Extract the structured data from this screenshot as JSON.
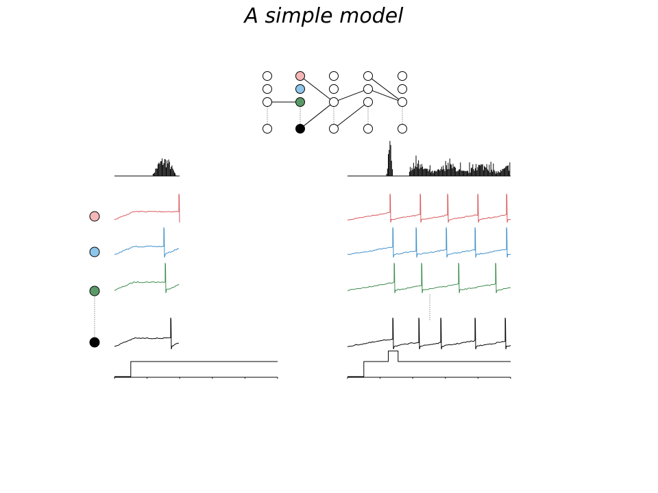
{
  "slide": {
    "title": "A simple model"
  },
  "colors": {
    "pink": "#f4b6b6",
    "blue": "#8ec5ea",
    "green": "#5b9a68",
    "black": "#000000",
    "trace_red": "#d9565a",
    "trace_blue": "#3f8fca",
    "trace_green": "#3c8a4c",
    "trace_black": "#000000",
    "dotted": "#888888"
  },
  "network": {
    "columns": 5,
    "rows": 4,
    "colored_column": 2,
    "connections": [
      {
        "from": [
          1,
          3
        ],
        "to": [
          2,
          3
        ]
      },
      {
        "from": [
          2,
          1
        ],
        "to": [
          3,
          3
        ]
      },
      {
        "from": [
          2,
          4
        ],
        "to": [
          3,
          3
        ]
      },
      {
        "from": [
          3,
          3
        ],
        "to": [
          4,
          2
        ]
      },
      {
        "from": [
          3,
          4
        ],
        "to": [
          4,
          3
        ]
      },
      {
        "from": [
          4,
          1
        ],
        "to": [
          5,
          3
        ]
      },
      {
        "from": [
          4,
          2
        ],
        "to": [
          5,
          3
        ]
      }
    ]
  },
  "panels": [
    {
      "id": "left",
      "description_free": true,
      "spike_times": {
        "pink": [
          0.98
        ],
        "blue": [
          0.75
        ],
        "green": [
          0.76
        ],
        "black": [
          0.86
        ]
      },
      "histogram_bursts": [
        [
          0.58,
          0.95
        ]
      ],
      "stimulus": [
        {
          "t": 0.1,
          "level": 1
        }
      ],
      "axis_ticks": 6
    },
    {
      "id": "right",
      "spike_times": {
        "pink": [
          0.26,
          0.44,
          0.61,
          0.79,
          0.97
        ],
        "blue": [
          0.27,
          0.42,
          0.6,
          0.78,
          0.97
        ],
        "green": [
          0.28,
          0.45,
          0.68,
          0.9
        ],
        "black": [
          0.27,
          0.43,
          0.57,
          0.78,
          0.96
        ]
      },
      "histogram_bursts": [
        [
          0.24,
          0.28
        ],
        [
          0.38,
          1.0
        ]
      ],
      "stimulus": [
        {
          "t": 0.1,
          "level": 1
        },
        {
          "t": 0.25,
          "level": 1.7
        },
        {
          "t": 0.31,
          "level": 1
        }
      ],
      "axis_ticks": 6
    }
  ]
}
